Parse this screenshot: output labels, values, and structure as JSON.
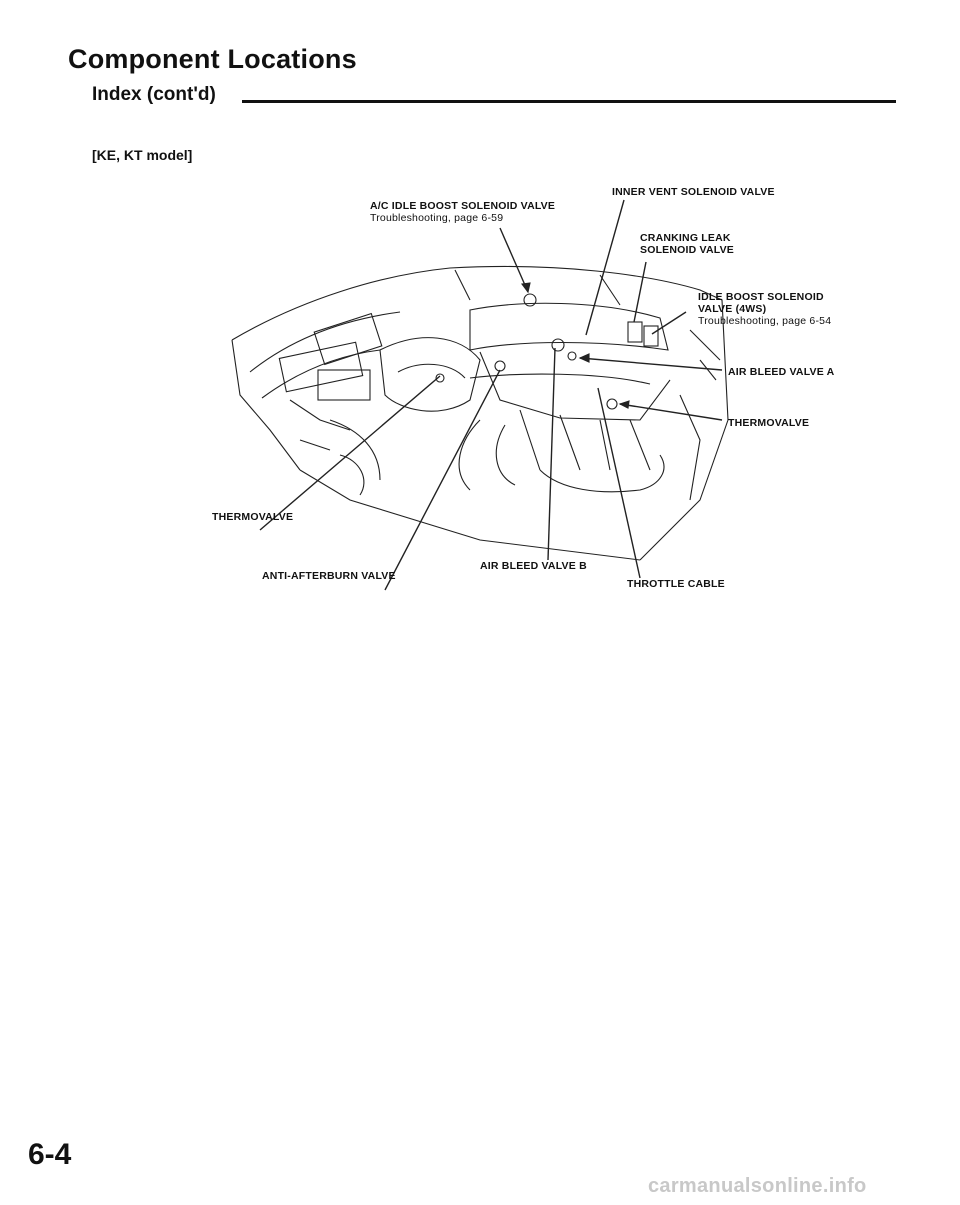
{
  "page": {
    "title": "Component Locations",
    "subtitle": "Index (cont'd)",
    "model": "[KE, KT model]",
    "page_number": "6-4"
  },
  "callouts": {
    "ac_idle_boost": {
      "name": "A/C IDLE BOOST SOLENOID VALVE",
      "ref": "Troubleshooting, page 6-59"
    },
    "inner_vent": {
      "name": "INNER VENT SOLENOID VALVE"
    },
    "cranking_leak": {
      "line1": "CRANKING LEAK",
      "line2": "SOLENOID VALVE"
    },
    "idle_boost_4ws": {
      "line1": "IDLE BOOST SOLENOID",
      "line2": "VALVE (4WS)",
      "ref": "Troubleshooting, page 6-54"
    },
    "air_bleed_a": {
      "name": "AIR BLEED VALVE A"
    },
    "thermovalve_right": {
      "name": "THERMOVALVE"
    },
    "thermovalve_left": {
      "name": "THERMOVALVE"
    },
    "anti_afterburn": {
      "name": "ANTI-AFTERBURN VALVE"
    },
    "air_bleed_b": {
      "name": "AIR BLEED VALVE B"
    },
    "throttle_cable": {
      "name": "THROTTLE CABLE"
    }
  },
  "watermark": {
    "text": "carmanualsonline.info"
  }
}
